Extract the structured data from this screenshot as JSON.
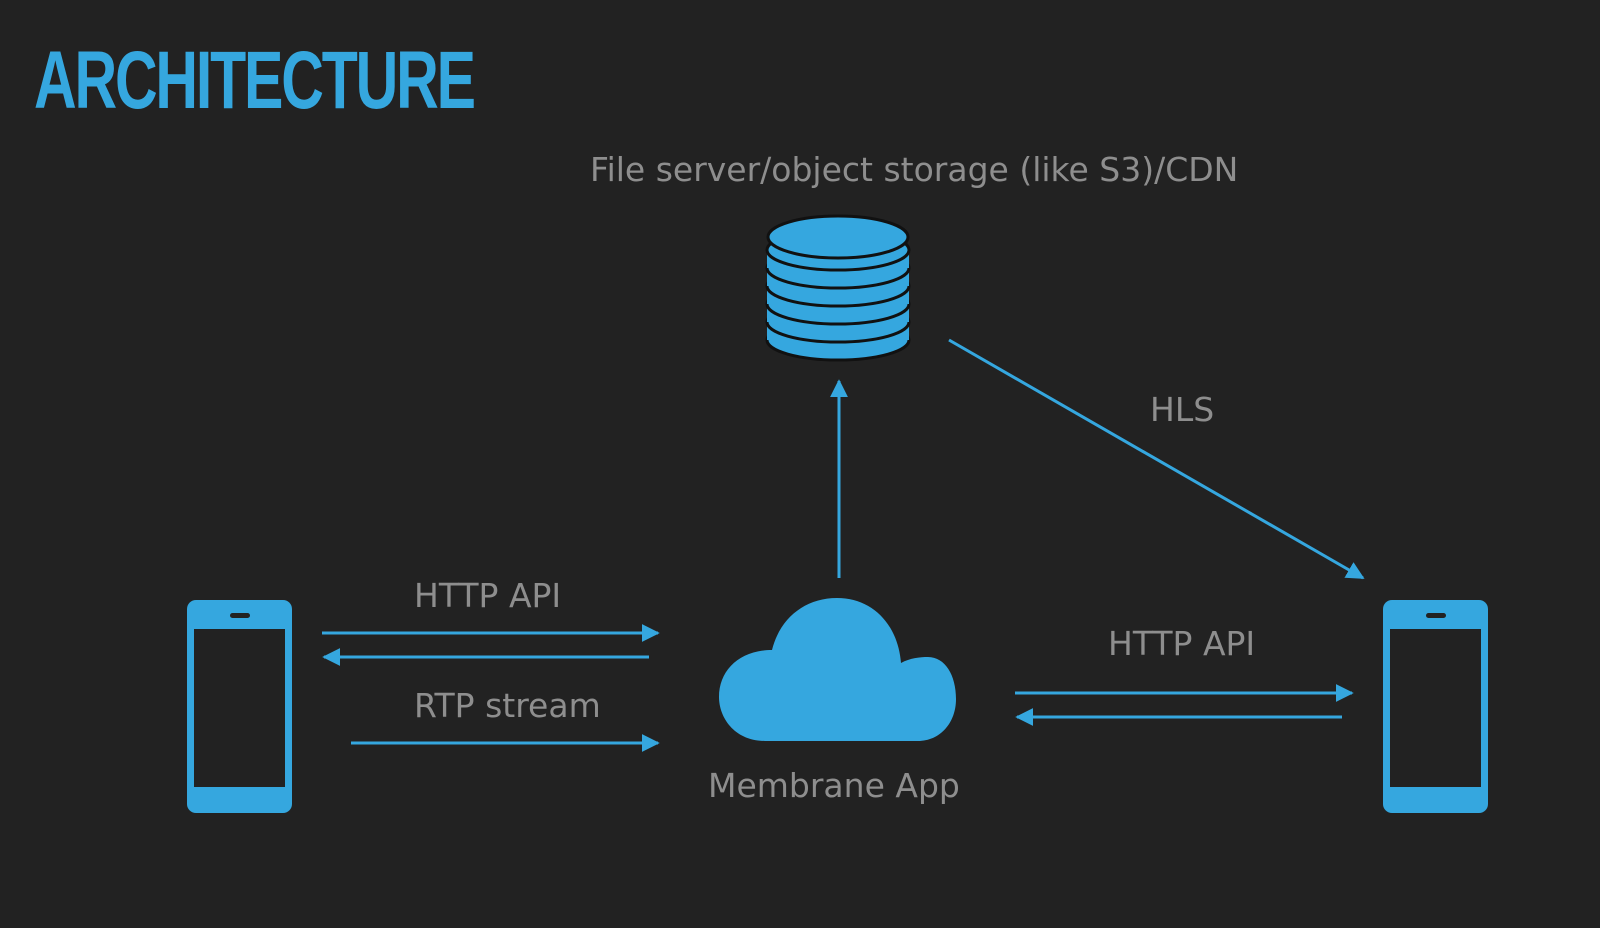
{
  "title": "ARCHITECTURE",
  "colors": {
    "background": "#222222",
    "accent": "#35a7df",
    "label": "#8e8e8e"
  },
  "nodes": {
    "storage": {
      "label": "File server/object storage (like S3)/CDN",
      "icon": "database-icon"
    },
    "app": {
      "label": "Membrane App",
      "icon": "cloud-icon"
    },
    "publisher": {
      "icon": "smartphone-icon"
    },
    "viewer": {
      "icon": "smartphone-icon"
    }
  },
  "edges": [
    {
      "from": "publisher",
      "to": "app",
      "label": "HTTP API",
      "bidirectional": true
    },
    {
      "from": "publisher",
      "to": "app",
      "label": "RTP stream",
      "bidirectional": false
    },
    {
      "from": "app",
      "to": "storage",
      "label": "",
      "bidirectional": false
    },
    {
      "from": "storage",
      "to": "viewer",
      "label": "HLS",
      "bidirectional": false
    },
    {
      "from": "app",
      "to": "viewer",
      "label": "HTTP API",
      "bidirectional": true
    }
  ]
}
